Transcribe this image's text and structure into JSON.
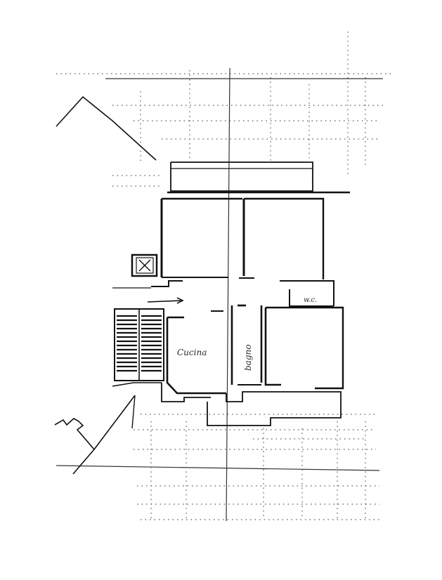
{
  "plan": {
    "rooms": [
      {
        "id": "cucina",
        "label": "Cucina"
      },
      {
        "id": "bagno",
        "label": "bagno"
      },
      {
        "id": "wc",
        "label": "w.c."
      }
    ]
  }
}
